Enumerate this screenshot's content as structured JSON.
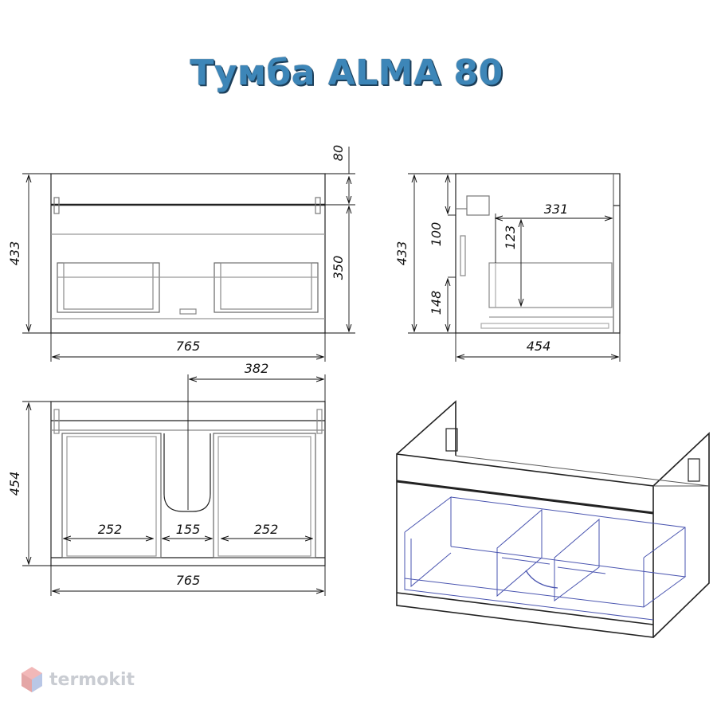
{
  "title": "Тумба ALMA 80",
  "front_view": {
    "overall_height": "433",
    "top_offset": "80",
    "lower_height": "350",
    "width": "765"
  },
  "side_view": {
    "overall_height": "433",
    "upper_offset": "100",
    "lower_offset": "148",
    "drawer_depth": "331",
    "drawer_height": "123",
    "depth": "454"
  },
  "top_view": {
    "center_offset": "382",
    "depth": "454",
    "left_compartment": "252",
    "center_gap": "155",
    "right_compartment": "252",
    "width": "765"
  },
  "watermark": {
    "brand": "termokit",
    "colors": [
      "#f2b8b8",
      "#b9c7e6"
    ]
  },
  "colors": {
    "title": "#3d86b8",
    "title_outline": "#1c3f5a",
    "line": "#222222",
    "iso_inner": "#4a55b0"
  }
}
